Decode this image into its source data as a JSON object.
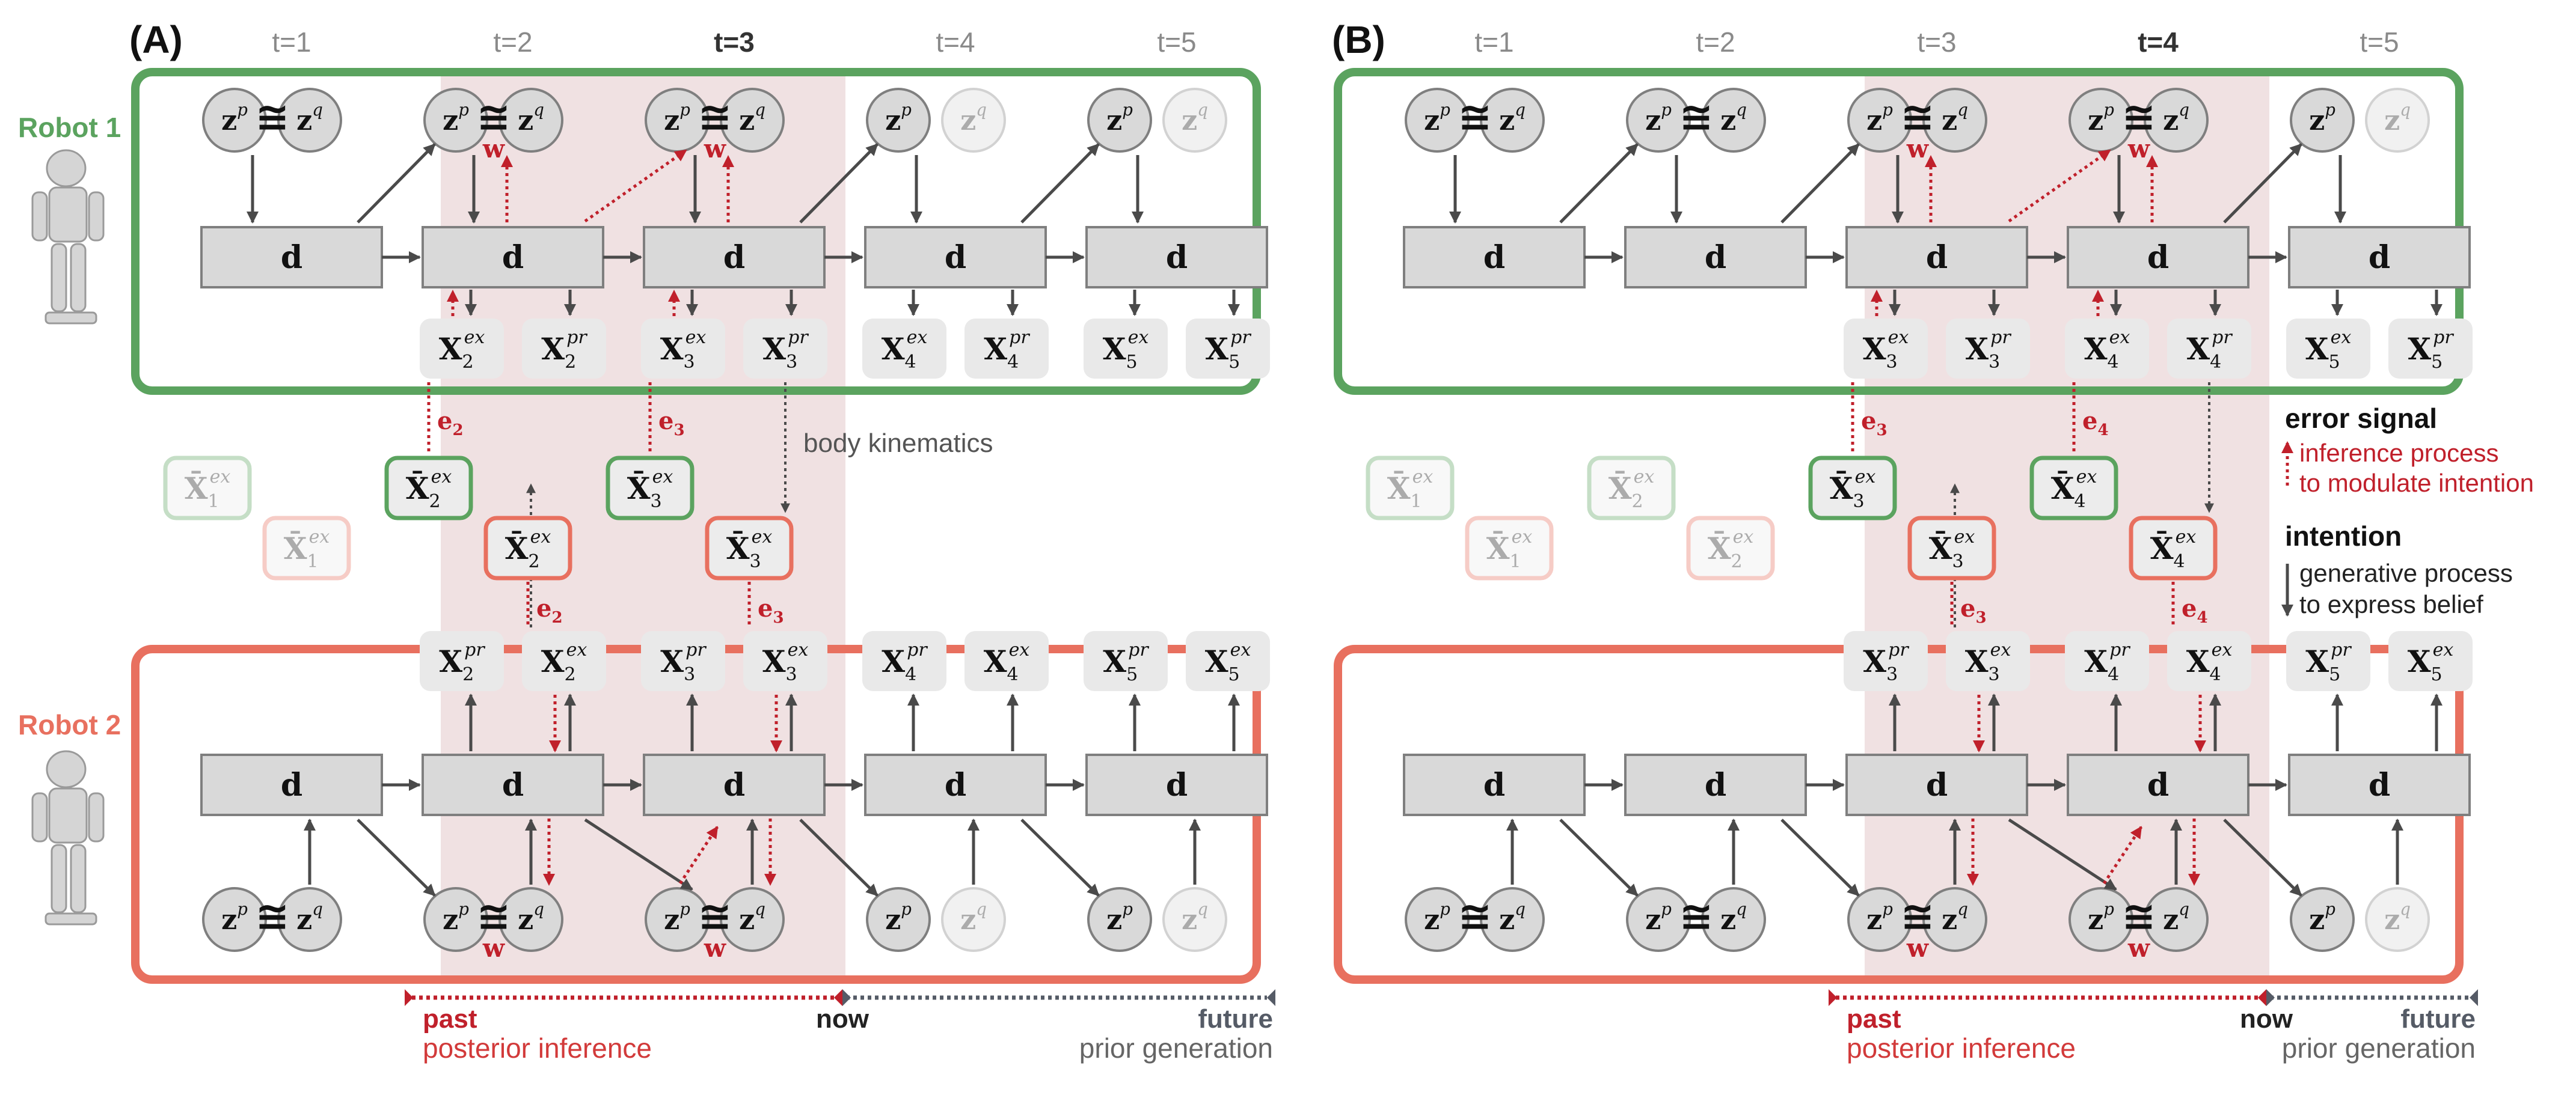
{
  "panels": [
    {
      "id": "A",
      "label": "(A)",
      "steps": [
        "t=1",
        "t=2",
        "t=3",
        "t=4",
        "t=5"
      ],
      "current_step": 3,
      "window_steps": [
        2,
        3
      ],
      "robot1_latents": [
        {
          "p": "z",
          "p_sup": "p",
          "q": "z",
          "q_sup": "q",
          "rel": "≅",
          "w": "",
          "q_faded": false
        },
        {
          "p": "z",
          "p_sup": "p",
          "q": "z",
          "q_sup": "q",
          "rel": "≅",
          "w": "w",
          "q_faded": false
        },
        {
          "p": "z",
          "p_sup": "p",
          "q": "z",
          "q_sup": "q",
          "rel": "≅",
          "w": "w",
          "q_faded": false
        },
        {
          "p": "z",
          "p_sup": "p",
          "q": "z",
          "q_sup": "q",
          "rel": "",
          "w": "",
          "q_faded": true
        },
        {
          "p": "z",
          "p_sup": "p",
          "q": "z",
          "q_sup": "q",
          "rel": "",
          "w": "",
          "q_faded": true
        }
      ],
      "robot1_outputs": [
        {
          "step": 2,
          "ex": "X",
          "ex_sub": "2",
          "ex_sup": "ex",
          "pr": "X",
          "pr_sub": "2",
          "pr_sup": "pr"
        },
        {
          "step": 3,
          "ex": "X",
          "ex_sub": "3",
          "ex_sup": "ex",
          "pr": "X",
          "pr_sub": "3",
          "pr_sup": "pr"
        },
        {
          "step": 4,
          "ex": "X",
          "ex_sub": "4",
          "ex_sup": "ex",
          "pr": "X",
          "pr_sub": "4",
          "pr_sup": "pr"
        },
        {
          "step": 5,
          "ex": "X",
          "ex_sub": "5",
          "ex_sup": "ex",
          "pr": "X",
          "pr_sub": "5",
          "pr_sup": "pr"
        }
      ],
      "robot2_outputs": [
        {
          "step": 2,
          "pr": "X",
          "pr_sub": "2",
          "pr_sup": "pr",
          "ex": "X",
          "ex_sub": "2",
          "ex_sup": "ex"
        },
        {
          "step": 3,
          "pr": "X",
          "pr_sub": "3",
          "pr_sup": "pr",
          "ex": "X",
          "ex_sub": "3",
          "ex_sup": "ex"
        },
        {
          "step": 4,
          "pr": "X",
          "pr_sub": "4",
          "pr_sup": "pr",
          "ex": "X",
          "ex_sub": "4",
          "ex_sup": "ex"
        },
        {
          "step": 5,
          "pr": "X",
          "pr_sub": "5",
          "pr_sup": "pr",
          "ex": "X",
          "ex_sub": "5",
          "ex_sup": "ex"
        }
      ],
      "targets_green": [
        {
          "label": "X̄",
          "sub": "1",
          "sup": "ex",
          "faded": true
        },
        {
          "label": "X̄",
          "sub": "2",
          "sup": "ex",
          "faded": false
        },
        {
          "label": "X̄",
          "sub": "3",
          "sup": "ex",
          "faded": false
        }
      ],
      "targets_red": [
        {
          "label": "X̄",
          "sub": "1",
          "sup": "ex",
          "faded": true
        },
        {
          "label": "X̄",
          "sub": "2",
          "sup": "ex",
          "faded": false
        },
        {
          "label": "X̄",
          "sub": "3",
          "sup": "ex",
          "faded": false
        }
      ],
      "errors_green": [
        {
          "label": "e",
          "sub": "2"
        },
        {
          "label": "e",
          "sub": "3"
        }
      ],
      "errors_red": [
        {
          "label": "e",
          "sub": "2"
        },
        {
          "label": "e",
          "sub": "3"
        }
      ],
      "robot2_latents": [
        {
          "p": "z",
          "p_sup": "p",
          "q": "z",
          "q_sup": "q",
          "rel": "≅",
          "w": "",
          "q_faded": false
        },
        {
          "p": "z",
          "p_sup": "p",
          "q": "z",
          "q_sup": "q",
          "rel": "≅",
          "w": "w",
          "q_faded": false
        },
        {
          "p": "z",
          "p_sup": "p",
          "q": "z",
          "q_sup": "q",
          "rel": "≅",
          "w": "w",
          "q_faded": false
        },
        {
          "p": "z",
          "p_sup": "p",
          "q": "z",
          "q_sup": "q",
          "rel": "",
          "w": "",
          "q_faded": true
        },
        {
          "p": "z",
          "p_sup": "p",
          "q": "z",
          "q_sup": "q",
          "rel": "",
          "w": "",
          "q_faded": true
        }
      ],
      "body_kinematics_label": "body kinematics",
      "timeline": {
        "past": "past",
        "past_sub": "posterior inference",
        "now": "now",
        "future": "future",
        "future_sub": "prior generation"
      }
    },
    {
      "id": "B",
      "label": "(B)",
      "steps": [
        "t=1",
        "t=2",
        "t=3",
        "t=4",
        "t=5"
      ],
      "current_step": 4,
      "window_steps": [
        3,
        4
      ],
      "robot1_latents": [
        {
          "p": "z",
          "p_sup": "p",
          "q": "z",
          "q_sup": "q",
          "rel": "≅",
          "w": "",
          "q_faded": false
        },
        {
          "p": "z",
          "p_sup": "p",
          "q": "z",
          "q_sup": "q",
          "rel": "≅",
          "w": "",
          "q_faded": false
        },
        {
          "p": "z",
          "p_sup": "p",
          "q": "z",
          "q_sup": "q",
          "rel": "≅",
          "w": "w",
          "q_faded": false
        },
        {
          "p": "z",
          "p_sup": "p",
          "q": "z",
          "q_sup": "q",
          "rel": "≅",
          "w": "w",
          "q_faded": false
        },
        {
          "p": "z",
          "p_sup": "p",
          "q": "z",
          "q_sup": "q",
          "rel": "",
          "w": "",
          "q_faded": true
        }
      ],
      "robot1_outputs": [
        {
          "step": 3,
          "ex": "X",
          "ex_sub": "3",
          "ex_sup": "ex",
          "pr": "X",
          "pr_sub": "3",
          "pr_sup": "pr"
        },
        {
          "step": 4,
          "ex": "X",
          "ex_sub": "4",
          "ex_sup": "ex",
          "pr": "X",
          "pr_sub": "4",
          "pr_sup": "pr"
        },
        {
          "step": 5,
          "ex": "X",
          "ex_sub": "5",
          "ex_sup": "ex",
          "pr": "X",
          "pr_sub": "5",
          "pr_sup": "pr"
        }
      ],
      "robot2_outputs": [
        {
          "step": 3,
          "pr": "X",
          "pr_sub": "3",
          "pr_sup": "pr",
          "ex": "X",
          "ex_sub": "3",
          "ex_sup": "ex"
        },
        {
          "step": 4,
          "pr": "X",
          "pr_sub": "4",
          "pr_sup": "pr",
          "ex": "X",
          "ex_sub": "4",
          "ex_sup": "ex"
        },
        {
          "step": 5,
          "pr": "X",
          "pr_sub": "5",
          "pr_sup": "pr",
          "ex": "X",
          "ex_sub": "5",
          "ex_sup": "ex"
        }
      ],
      "targets_green": [
        {
          "label": "X̄",
          "sub": "1",
          "sup": "ex",
          "faded": true
        },
        {
          "label": "X̄",
          "sub": "2",
          "sup": "ex",
          "faded": true
        },
        {
          "label": "X̄",
          "sub": "3",
          "sup": "ex",
          "faded": false
        },
        {
          "label": "X̄",
          "sub": "4",
          "sup": "ex",
          "faded": false
        }
      ],
      "targets_red": [
        {
          "label": "X̄",
          "sub": "1",
          "sup": "ex",
          "faded": true
        },
        {
          "label": "X̄",
          "sub": "2",
          "sup": "ex",
          "faded": true
        },
        {
          "label": "X̄",
          "sub": "3",
          "sup": "ex",
          "faded": false
        },
        {
          "label": "X̄",
          "sub": "4",
          "sup": "ex",
          "faded": false
        }
      ],
      "errors_green": [
        {
          "label": "e",
          "sub": "3"
        },
        {
          "label": "e",
          "sub": "4"
        }
      ],
      "errors_red": [
        {
          "label": "e",
          "sub": "3"
        },
        {
          "label": "e",
          "sub": "4"
        }
      ],
      "robot2_latents": [
        {
          "p": "z",
          "p_sup": "p",
          "q": "z",
          "q_sup": "q",
          "rel": "≅",
          "w": "",
          "q_faded": false
        },
        {
          "p": "z",
          "p_sup": "p",
          "q": "z",
          "q_sup": "q",
          "rel": "≅",
          "w": "",
          "q_faded": false
        },
        {
          "p": "z",
          "p_sup": "p",
          "q": "z",
          "q_sup": "q",
          "rel": "≅",
          "w": "w",
          "q_faded": false
        },
        {
          "p": "z",
          "p_sup": "p",
          "q": "z",
          "q_sup": "q",
          "rel": "≅",
          "w": "w",
          "q_faded": false
        },
        {
          "p": "z",
          "p_sup": "p",
          "q": "z",
          "q_sup": "q",
          "rel": "",
          "w": "",
          "q_faded": true
        }
      ],
      "timeline": {
        "past": "past",
        "past_sub": "posterior inference",
        "now": "now",
        "future": "future",
        "future_sub": "prior generation"
      }
    }
  ],
  "deterministic_label": "d",
  "robots": {
    "robot1": {
      "label": "Robot 1",
      "color": "#5ba35f"
    },
    "robot2": {
      "label": "Robot 2",
      "color": "#e8705f"
    }
  },
  "legend": {
    "error_title": "error signal",
    "error_line1": "inference process",
    "error_line2": "to modulate intention",
    "intention_title": "intention",
    "intention_line1": "generative process",
    "intention_line2": "to express belief"
  },
  "colors": {
    "green": "#5ba35f",
    "red": "#e8705f",
    "error_red": "#c0202b",
    "window": "#e9d4d6",
    "node_fill": "#d9d9d9",
    "node_stroke": "#7f7f7f",
    "arrow": "#4a4a4a",
    "step_label": "#8a8a8a",
    "future_gray": "#555b66"
  }
}
